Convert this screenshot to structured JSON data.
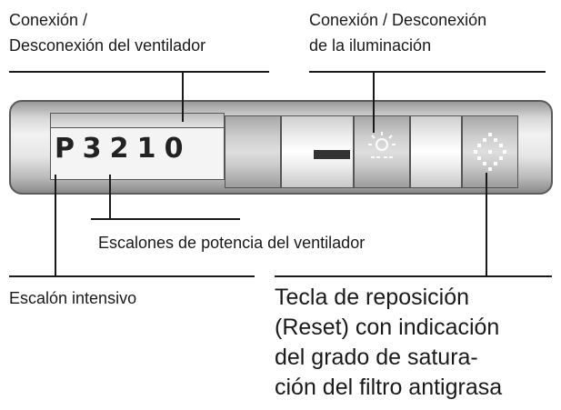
{
  "labels": {
    "fan_toggle_line1": "Conexión /",
    "fan_toggle_line2": "Desconexión del ventilador",
    "light_toggle_line1": "Conexión / Desconexión",
    "light_toggle_line2": "de la iluminación",
    "power_levels": "Escalones de potencia del ventilador",
    "intensive": "Escalón intensivo",
    "reset_line1": "Tecla de reposición",
    "reset_line2": "(Reset) con indicación",
    "reset_line3": "del grado de satura-",
    "reset_line4": "ción del filtro antigrasa"
  },
  "display": {
    "digits": [
      "P",
      "3",
      "2",
      "1",
      "0"
    ]
  },
  "icons": {
    "light": "light-bulb-icon",
    "reset": "filter-saturation-icon"
  }
}
